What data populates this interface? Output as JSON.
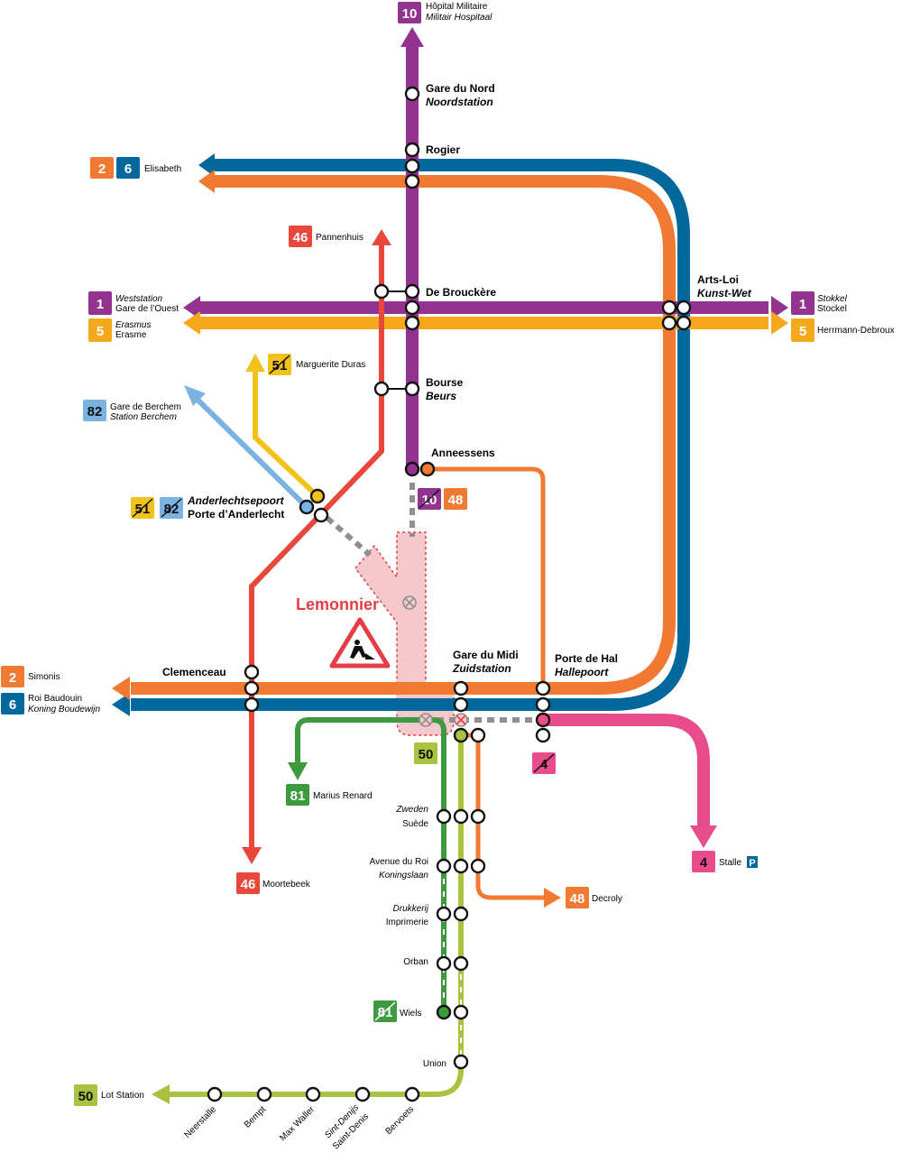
{
  "colors": {
    "line1": "#93338f",
    "line2": "#f07a32",
    "line4": "#e94c8a",
    "line5": "#f6a81c",
    "line6": "#00689d",
    "line10": "#93338f",
    "line46": "#e8473c",
    "line48": "#f07a32",
    "line50": "#a9c23f",
    "line51": "#f2c21b",
    "line81": "#3d9a3f",
    "line82": "#7ab3e2",
    "works_zone": "#f5c9cc",
    "works_label": "#e53c45",
    "closed_track": "#8f8f8f"
  },
  "badges": {
    "b10_top": "10",
    "b2": "2",
    "b6": "6",
    "b46_top": "46",
    "b1_left": "1",
    "b5_left": "5",
    "b51_top": "51",
    "b82_left": "82",
    "b51_mid": "51",
    "b82_mid": "82",
    "b10_mid": "10",
    "b48_mid": "48",
    "b1_right": "1",
    "b5_right": "5",
    "b2_bot": "2",
    "b6_bot": "6",
    "b50_mid": "50",
    "b81_mid": "81",
    "b4_mid": "4",
    "b46_bot": "46",
    "b4_bot": "4",
    "b48_bot": "48",
    "b81_bot": "81",
    "b50_bot": "50",
    "parking": "P"
  },
  "termini": {
    "hopital_militaire": "Hôpital Militaire",
    "militair_hospitaal": "Militair Hospitaal",
    "elisabeth": "Elisabeth",
    "pannenhuis": "Pannenhuis",
    "weststation": "Weststation",
    "gare_de_louest": "Gare de l’Ouest",
    "erasmus": "Erasmus",
    "erasme": "Erasme",
    "marguerite_duras": "Marguerite Duras",
    "gare_de_berchem": "Gare de Berchem",
    "station_berchem": "Station Berchem",
    "stokkel": "Stokkel",
    "stockel": "Stockel",
    "herrmann_debroux": "Herrmann-Debroux",
    "simonis": "Simonis",
    "roi_baudouin": "Roi Baudouin",
    "koning_boudewijn": "Koning Boudewijn",
    "marius_renard": "Marius Renard",
    "moortebeek": "Moortebeek",
    "stalle": "Stalle",
    "decroly": "Decroly",
    "wiels": "Wiels",
    "lot_station": "Lot Station"
  },
  "stations": {
    "gare_du_nord": "Gare du Nord",
    "noordstation": "Noordstation",
    "rogier": "Rogier",
    "de_brouckere": "De Brouckère",
    "arts_loi": "Arts-Loi",
    "kunst_wet": "Kunst-Wet",
    "bourse": "Bourse",
    "beurs": "Beurs",
    "anneessens": "Anneessens",
    "anderlechtsepoort": "Anderlechtsepoort",
    "porte_danderlecht": "Porte d’Anderlecht",
    "lemonnier": "Lemonnier",
    "clemenceau": "Clemenceau",
    "gare_du_midi": "Gare du Midi",
    "zuidstation": "Zuidstation",
    "porte_de_hal": "Porte de Hal",
    "hallepoort": "Hallepoort",
    "zweden": "Zweden",
    "suede": "Suède",
    "avenue_du_roi": "Avenue du Roi",
    "koningslaan": "Koningslaan",
    "drukkerij": "Drukkerij",
    "imprimerie": "Imprimerie",
    "orban": "Orban",
    "union": "Union",
    "neerstalle": "Neerstalle",
    "bempt": "Bempt",
    "max_waller": "Max Waller",
    "sint_denijs": "Sint-Denijs",
    "saint_denis": "Saint-Denis",
    "bervoets": "Bervoets"
  }
}
